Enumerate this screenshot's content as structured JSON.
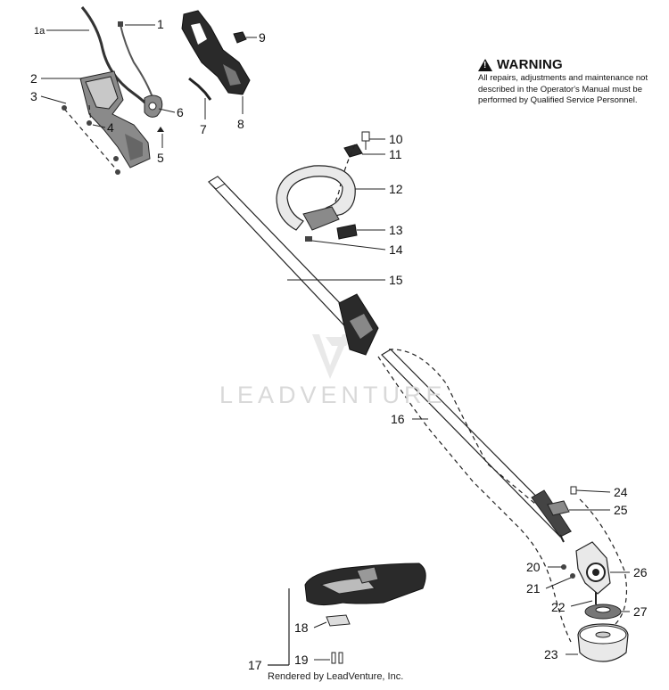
{
  "warning": {
    "title": "WARNING",
    "body": "All repairs, adjustments and maintenance not described in the Operator's Manual must be performed by Qualified Service Personnel."
  },
  "watermark": "LEADVENTURE",
  "credit": "Rendered by LeadVenture, Inc.",
  "callouts": [
    {
      "id": "c1a",
      "label": "1a"
    },
    {
      "id": "c1",
      "label": "1"
    },
    {
      "id": "c2",
      "label": "2"
    },
    {
      "id": "c3",
      "label": "3"
    },
    {
      "id": "c4",
      "label": "4"
    },
    {
      "id": "c5",
      "label": "5"
    },
    {
      "id": "c6",
      "label": "6"
    },
    {
      "id": "c7",
      "label": "7"
    },
    {
      "id": "c8",
      "label": "8"
    },
    {
      "id": "c9",
      "label": "9"
    },
    {
      "id": "c10",
      "label": "10"
    },
    {
      "id": "c11",
      "label": "11"
    },
    {
      "id": "c12",
      "label": "12"
    },
    {
      "id": "c13",
      "label": "13"
    },
    {
      "id": "c14",
      "label": "14"
    },
    {
      "id": "c15",
      "label": "15"
    },
    {
      "id": "c16",
      "label": "16"
    },
    {
      "id": "c17",
      "label": "17"
    },
    {
      "id": "c18",
      "label": "18"
    },
    {
      "id": "c19",
      "label": "19"
    },
    {
      "id": "c20",
      "label": "20"
    },
    {
      "id": "c21",
      "label": "21"
    },
    {
      "id": "c22",
      "label": "22"
    },
    {
      "id": "c23",
      "label": "23"
    },
    {
      "id": "c24",
      "label": "24"
    },
    {
      "id": "c25",
      "label": "25"
    },
    {
      "id": "c26",
      "label": "26"
    },
    {
      "id": "c27",
      "label": "27"
    }
  ]
}
